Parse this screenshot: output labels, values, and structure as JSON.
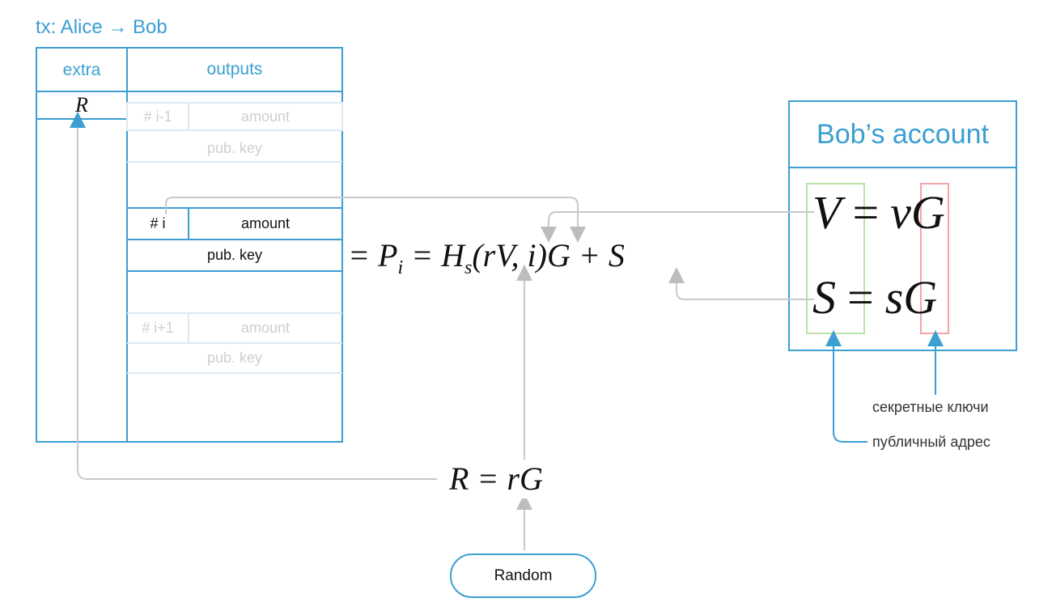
{
  "colors": {
    "accent": "#3b9fd1",
    "line": "#c9c9c9",
    "faded_line": "#dbeaf3",
    "green_box": "#b9e3a6",
    "red_box": "#f4a3a8"
  },
  "tx": {
    "title": "tx: Alice → Bob",
    "extra_header": "extra",
    "outputs_header": "outputs",
    "extra_R": "R",
    "rows": [
      {
        "index": "# i-1",
        "amount": "amount",
        "pubkey": "pub. key",
        "state": "faded"
      },
      {
        "index": "# i",
        "amount": "amount",
        "pubkey": "pub. key",
        "state": "active"
      },
      {
        "index": "# i+1",
        "amount": "amount",
        "pubkey": "pub. key",
        "state": "faded"
      }
    ]
  },
  "equations": {
    "main_eq": "= P",
    "main_eq_sub": "i",
    "main_eq_mid": " = H",
    "main_eq_sub2": "s",
    "main_eq_rest": "(rV, i)G + S",
    "r_eq": "R = rG"
  },
  "random_label": "Random",
  "account": {
    "title": "Bob’s account",
    "eq1_left": "V",
    "eq1_eq": "=",
    "eq1_lower": "v",
    "eq1_upper": "G",
    "eq2_left": "S",
    "eq2_eq": "=",
    "eq2_lower": "s",
    "eq2_upper": "G"
  },
  "labels": {
    "secret_keys": "секретные ключи",
    "public_address": "публичный адрес"
  }
}
